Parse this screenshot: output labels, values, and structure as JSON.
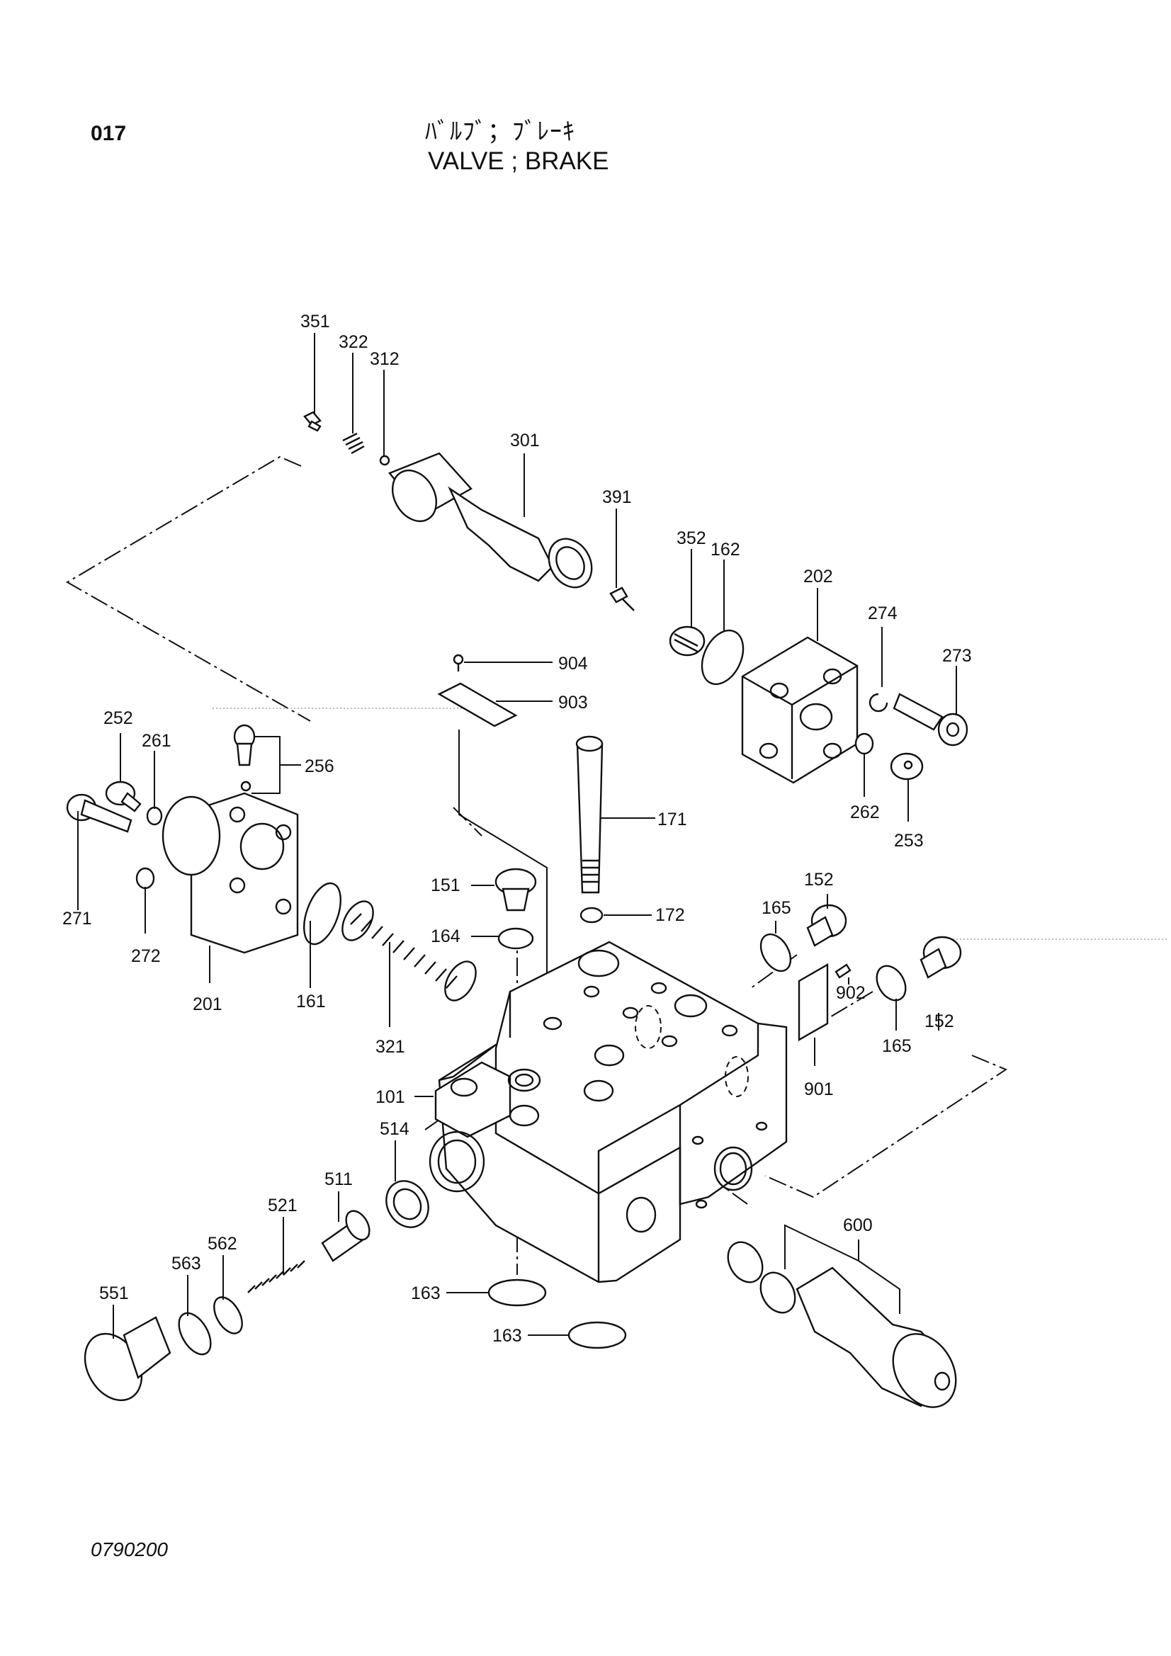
{
  "header": {
    "page_number": "017",
    "title_jp": "ﾊﾞﾙﾌﾞ；ﾌﾞﾚｰｷ",
    "title_en": "VALVE ; BRAKE"
  },
  "footer": {
    "drawing_code": "0790200"
  },
  "parts": [
    "351",
    "322",
    "312",
    "301",
    "391",
    "352",
    "162",
    "202",
    "274",
    "273",
    "904",
    "903",
    "252",
    "261",
    "256",
    "171",
    "151",
    "152",
    "165",
    "164",
    "172",
    "271",
    "272",
    "201",
    "161",
    "321",
    "902",
    "152",
    "165",
    "901",
    "101",
    "514",
    "511",
    "521",
    "562",
    "563",
    "551",
    "600",
    "163",
    "163",
    "262",
    "253"
  ]
}
